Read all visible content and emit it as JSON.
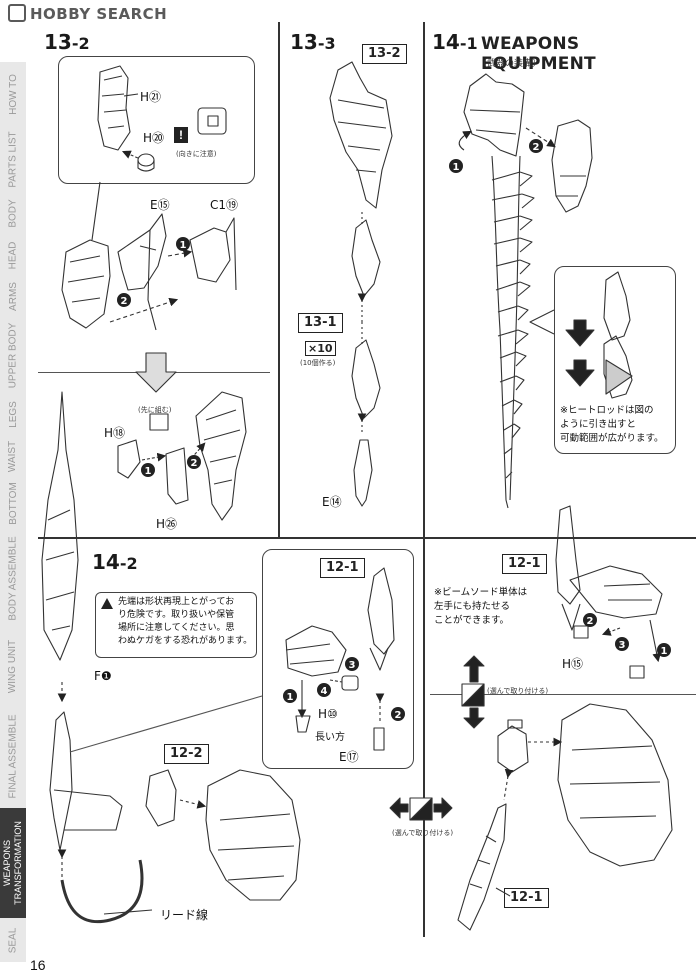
{
  "watermark": "HOBBY SEARCH",
  "page_number": "16",
  "side_tabs": [
    "HOW TO",
    "PARTS LIST",
    "BODY",
    "HEAD",
    "ARMS",
    "UPPER BODY",
    "LEGS",
    "WAIST",
    "BOTTOM",
    "BODY ASSEMBLE",
    "WING UNIT",
    "FINAL ASSEMBLE",
    "WEAPONS TRANSFORMATION",
    "SEAL"
  ],
  "step_13_2": {
    "title": "13",
    "sub": "-2",
    "parts": {
      "h21": "H㉑",
      "h20": "H⑳",
      "e15": "E⑮",
      "c19": "C1⑲",
      "h18": "H⑱",
      "h26": "H㉖"
    },
    "orientation_note": "(向きに注意)",
    "pre_assemble_note": "(先に組む)",
    "exclamation": "!"
  },
  "step_13_3": {
    "title": "13",
    "sub": "-3",
    "ref_13_2": "13-2",
    "ref_13_1": "13-1",
    "count": "×10",
    "count_note": "(10個作る)",
    "part_e14": "E⑭"
  },
  "step_14_1": {
    "title": "14",
    "sub": "-1",
    "heading": "WEAPONS EQUIPMENT",
    "subheading": "〔武器の装備〕",
    "callout_lines": [
      "※ヒートロッドは図の",
      "ように引き出すと",
      "可動範囲が広がります。"
    ]
  },
  "step_14_2": {
    "title": "14",
    "sub": "-2",
    "warning_lines": [
      "先端は形状再現上とがってお",
      "り危険です。取り扱いや保管",
      "場所に注意してください。思",
      "わぬケガをする恐れがあります。"
    ],
    "part_f1": "F❶",
    "ref_12_2": "12-2",
    "lead_wire": "リード線",
    "panel_ref_12_1": "12-1",
    "panel_part_h10": "H⑩",
    "panel_long_side": "長い方",
    "panel_part_e17": "E⑰"
  },
  "right_bottom": {
    "ref_12_1_top": "12-1",
    "beam_sword_note": [
      "※ビームソード単体は",
      "左手にも持たせる",
      "ことができます。"
    ],
    "part_h15": "H⑮",
    "choose_attach": "(選んで取り付ける)",
    "choose_attach_2": "(選んで取り付ける)",
    "ref_12_1_bottom": "12-1"
  },
  "step_numbers": [
    "1",
    "2",
    "3",
    "4"
  ]
}
